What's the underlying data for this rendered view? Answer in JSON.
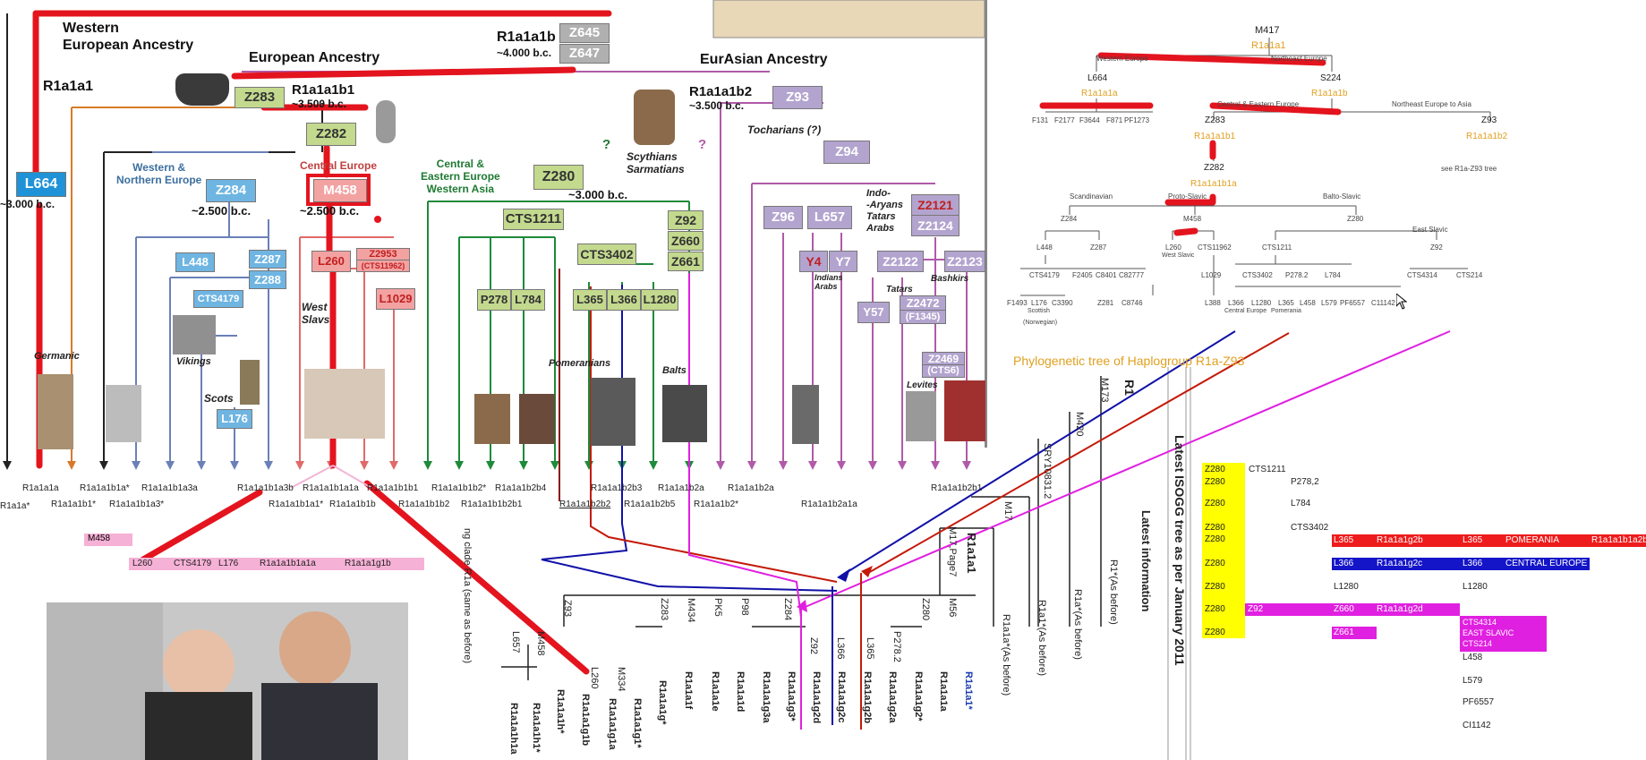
{
  "left_tree": {
    "ancestry_labels": {
      "western": "Western\nEuropean Ancestry",
      "european": "European Ancestry",
      "eurasian": "EurAsian Ancestry",
      "tocharians": "Tocharians (?)",
      "scythians": "Scythians\nSarmatians",
      "indo_aryans": "Indo-\n-Aryans\nTatars\nArabs",
      "western_northern": "Western &\nNorthern Europe",
      "central_europe": "Central Europe",
      "central_eastern": "Central &\nEastern Europe\nWestern Asia",
      "germanic": "Germanic",
      "vikings": "Vikings",
      "scots": "Scots",
      "west_slavs": "West\nSlavs",
      "pomeranians": "Pomeranians",
      "balts": "Balts",
      "indians": "Indians\nArabs",
      "tatars": "Tatars",
      "bashkirs": "Bashkirs",
      "levites": "Levites",
      "q1": "?",
      "q2": "?"
    },
    "clade_names": {
      "r1a1a1": "R1a1a1",
      "r1a1a1b": "R1a1a1b",
      "r1a1a1b_date": "~4.000 b.c.",
      "r1a1a1b1": "R1a1a1b1",
      "r1a1a1b1_date": "~3.500 b.c.",
      "r1a1a1b2": "R1a1a1b2",
      "r1a1a1b2_date": "~3.500 b.c.",
      "l664_date": "~3.000 b.c.",
      "z280_date": "~3.000 b.c.",
      "z284_date": "~2.500 b.c.",
      "m458_date": "~2.500 b.c."
    },
    "snp_boxes": {
      "z645": "Z645",
      "z647": "Z647",
      "l664": "L664",
      "z283": "Z283",
      "z282": "Z282",
      "z93": "Z93",
      "z284": "Z284",
      "m458": "M458",
      "z280": "Z280",
      "z94": "Z94",
      "l448": "L448",
      "z287": "Z287",
      "z288": "Z288",
      "cts4179": "CTS4179",
      "l176": "L176",
      "l260": "L260",
      "z2953": "Z2953",
      "z2953_sub": "(CTS11962)",
      "l1029": "L1029",
      "cts1211": "CTS1211",
      "cts3402": "CTS3402",
      "p278": "P278",
      "l784": "L784",
      "l365": "L365",
      "l366": "L366",
      "l1280": "L1280",
      "z92": "Z92",
      "z660": "Z660",
      "z661": "Z661",
      "z96": "Z96",
      "l657": "L657",
      "y4": "Y4",
      "y7": "Y7",
      "z2121": "Z2121",
      "z2124": "Z2124",
      "z2122": "Z2122",
      "z2123": "Z2123",
      "y57": "Y57",
      "z2472": "Z2472",
      "z2472_sub": "(F1345)",
      "z2469": "Z2469",
      "z2469_sub": "(CTS6)"
    },
    "bottom_labels": [
      "R1a1a*",
      "R1a1a1a",
      "R1a1a1b1*",
      "R1a1a1b1a*",
      "R1a1a1b1a3*",
      "R1a1a1b1a3a",
      "R1a1a1b1a3b",
      "R1a1a1b1a1*",
      "R1a1a1b1a1a",
      "R1a1a1b1b",
      "R1a1a1b1b1",
      "R1a1a1b1b2",
      "R1a1a1b1b2*",
      "R1a1a1b1b2b1",
      "R1a1a1b2b4",
      "R1a1a1b2b2",
      "R1a1a1b2b3",
      "R1a1a1b2b5",
      "R1a1a1b2a",
      "R1a1a1b2*",
      "R1a1a1b2a",
      "R1a1a1b2a1a",
      "R1a1a1b2b1"
    ]
  },
  "pink_table": {
    "row1": [
      "M458"
    ],
    "row2": [
      "L260",
      "CTS4179",
      "L176",
      "R1a1a1b1a1a",
      "R1a1a1g1b"
    ]
  },
  "ng_clade_text": "ng clade R1a (same as before)",
  "right_tree": {
    "top": [
      "M417",
      "R1a1a1"
    ],
    "regions": {
      "western_europe": "Western Europe",
      "northeast_europe": "Northeast Europe",
      "central_eastern": "Central & Eastern Europe",
      "northeast_asia": "Northeast Europe to Asia",
      "scandinavian": "Scandinavian",
      "proto_slavic": "Proto-Slavic",
      "balto_slavic": "Balto-Slavic",
      "east_slavic": "East Slavic",
      "west_slavic": "West Slavic",
      "scottish": "Scottish",
      "norwegian": "(Norwegian)",
      "central_europe": "Central\nEurope",
      "pomerania": "Pomerania"
    },
    "nodes": {
      "l664": "L664",
      "r1a1a1a": "R1a1a1a",
      "s224": "S224",
      "r1a1a1b": "R1a1a1b",
      "f131": "F131",
      "f2177": "F2177",
      "f3644": "F3644",
      "f871": "F871",
      "pf1273": "PF1273",
      "z283": "Z283",
      "r1a1a1b1": "R1a1a1b1",
      "z93": "Z93",
      "r1a1a1b2": "R1a1a1b2",
      "see_z93": "see R1a-Z93 tree",
      "z282": "Z282",
      "r1a1a1b1a": "R1a1a1b1a",
      "z284": "Z284",
      "m458": "M458",
      "z280": "Z280",
      "l448": "L448",
      "z287": "Z287",
      "l260": "L260",
      "cts11962": "CTS11962",
      "cts1211": "CTS1211",
      "z92": "Z92",
      "cts4179": "CTS4179",
      "f2405": "F2405",
      "c8401": "C8401",
      "c82777": "C82777",
      "l1029": "L1029",
      "cts3402": "CTS3402",
      "p278_2": "P278.2",
      "l784": "L784",
      "cts4314": "CTS4314",
      "cts214": "CTS214",
      "f1493": "F1493",
      "l176": "L176",
      "c3390": "C3390",
      "z281": "Z281",
      "c8746": "C8746",
      "l388": "L388",
      "l366": "L366",
      "l1280": "L1280",
      "l365": "L365",
      "l458": "L458",
      "l579": "L579",
      "pf6557": "PF6557",
      "c11142": "C11142"
    },
    "caption": "Phylogenetic tree of Haplogroup R1a-Z93"
  },
  "isogg": {
    "heading1": "Latest ISOGG tree as per January 2011",
    "heading2": "Latest information",
    "r1a_labels": [
      "R1*(As before)",
      "R1a*(As before)",
      "R1a1*(As before)",
      "R1a1a*(As before)"
    ],
    "m173": "M173",
    "r1": "R1",
    "m420": "M420",
    "sry": "SRY10831.2",
    "m17": "M17",
    "r1a1a1": "R1a1a1",
    "m17_page7": "M17,Page7",
    "lower_snps": [
      "M458",
      "L260",
      "M334",
      "Z283",
      "M434",
      "PK5",
      "P98",
      "Z284",
      "Z92",
      "L366",
      "L365",
      "P278.2",
      "Z280",
      "M56",
      "Z93",
      "L657"
    ],
    "lower_labels": [
      "R1a1a1h*",
      "R1a1a1h1*",
      "R1a1a1h1a",
      "R1a1a1g1b",
      "R1a1a1g1a",
      "R1a1a1g1*",
      "R1a1a1g*",
      "R1a1a1f",
      "R1a1a1e",
      "R1a1a1d",
      "R1a1a1g3a",
      "R1a1a1g3*",
      "R1a1a1g2d",
      "R1a1a1g2c",
      "R1a1a1g2b",
      "R1a1a1g2a",
      "R1a1a1g2*",
      "R1a1a1a",
      "R1a1a1*"
    ]
  },
  "spreadsheet": {
    "rows": [
      {
        "c1": "Z280",
        "c2": "CTS1211",
        "c3": "",
        "c4": "",
        "c5": "",
        "c6": "",
        "c7": ""
      },
      {
        "c1": "Z280",
        "c2": "",
        "c3": "P278,2",
        "c4": "",
        "c5": "",
        "c6": "",
        "c7": ""
      },
      {
        "c1": "Z280",
        "c2": "",
        "c3": "L784",
        "c4": "",
        "c5": "",
        "c6": "",
        "c7": ""
      },
      {
        "c1": "Z280",
        "c2": "",
        "c3": "CTS3402",
        "c4": "",
        "c5": "",
        "c6": "",
        "c7": ""
      },
      {
        "c1": "Z280",
        "c2": "",
        "c3": "",
        "c4": "L365",
        "c5": "R1a1a1g2b",
        "c6": "L365",
        "c7": "POMERANIA",
        "c8": "R1a1a1b1a2b"
      },
      {
        "c1": "Z280",
        "c2": "",
        "c3": "",
        "c4": "L366",
        "c5": "R1a1a1g2c",
        "c6": "L366",
        "c7": "CENTRAL EUROPE"
      },
      {
        "c1": "Z280",
        "c2": "",
        "c3": "L1280",
        "c4": "",
        "c5": "",
        "c6": "L1280",
        "c7": ""
      },
      {
        "c1": "Z280",
        "c2": "Z92",
        "c3": "",
        "c4": "Z660",
        "c5": "R1a1a1g2d",
        "c6": "",
        "c7": ""
      },
      {
        "c1": "Z280",
        "c2": "",
        "c3": "",
        "c4": "Z661",
        "c5": "",
        "c6": "CTS4314\nEAST SLAVIC\nCTS214",
        "c7": ""
      }
    ],
    "extra": [
      "L458",
      "L579",
      "PF6557",
      "CI1142"
    ]
  },
  "colors": {
    "red_marker": "#e3141e",
    "navy_arrow": "#1010a8",
    "darkred_arrow": "#c41a0a",
    "magenta_arrow": "#e020e0",
    "spreadsheet_yellow": "#ffff00",
    "spreadsheet_red": "#ee1c1c",
    "spreadsheet_blue": "#1414c8",
    "spreadsheet_magenta": "#e020e0",
    "pink_table": "#f6b1d6",
    "gold": "#e0a020"
  }
}
